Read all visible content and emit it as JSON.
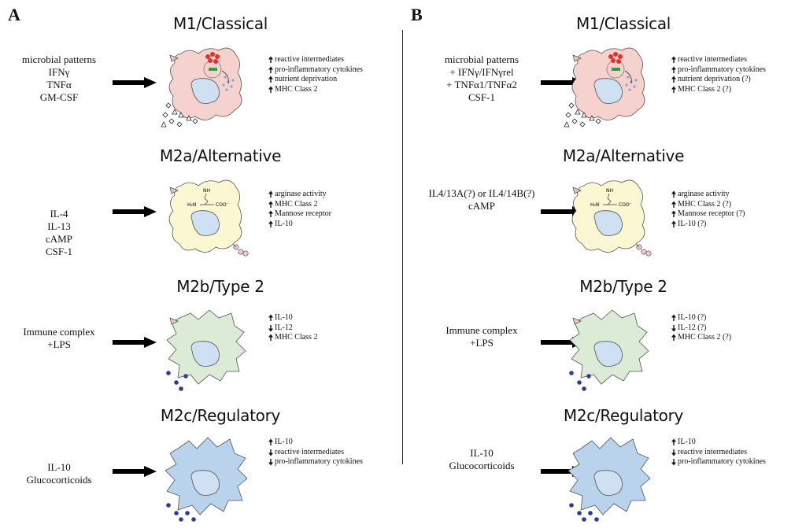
{
  "colors": {
    "m1_fill": "#f6d2cf",
    "m2a_fill": "#fbf7d3",
    "m2b_fill": "#dcebd6",
    "m2c_fill": "#b9d3ec",
    "nucleus_fill": "#cfe0f2",
    "dot_red": "#e0312c",
    "bar_green": "#2e9e3a",
    "dot_blue": "#2a3b9a",
    "vesicle": "#8aa2c9"
  },
  "panels": [
    {
      "letter": "A",
      "sections": [
        {
          "title": "M1/Classical",
          "stimuli": [
            "microbial patterns",
            "IFNγ",
            "TNFα",
            "GM-CSF"
          ],
          "effects": [
            {
              "icon": "up-arrow-icon",
              "text": "reactive intermediates"
            },
            {
              "icon": "up-arrow-icon",
              "text": "pro-inflammatory cytokines"
            },
            {
              "icon": "up-arrow-icon",
              "text": "nutrient deprivation"
            },
            {
              "icon": "up-arrow-icon",
              "text": "MHC Class 2"
            }
          ]
        },
        {
          "title": "M2a/Alternative",
          "stimuli": [
            "IL-4",
            "IL-13",
            "cAMP",
            "CSF-1"
          ],
          "effects": [
            {
              "icon": "up-arrow-icon",
              "text": "arginase activity"
            },
            {
              "icon": "up-arrow-icon",
              "text": "MHC Class 2"
            },
            {
              "icon": "up-arrow-icon",
              "text": "Mannose receptor"
            },
            {
              "icon": "up-arrow-icon",
              "text": "IL-10"
            }
          ],
          "molecule": {
            "nh": "NH",
            "h2n": "H₂N",
            "coo": "COO⁻"
          }
        },
        {
          "title": "M2b/Type 2",
          "stimuli": [
            "Immune complex",
            "+LPS"
          ],
          "effects": [
            {
              "icon": "up-arrow-icon",
              "text": "IL-10"
            },
            {
              "icon": "down-arrow-icon",
              "text": "IL-12"
            },
            {
              "icon": "up-arrow-icon",
              "text": "MHC Class 2"
            }
          ]
        },
        {
          "title": "M2c/Regulatory",
          "stimuli": [
            "IL-10",
            "Glucocorticoids"
          ],
          "effects": [
            {
              "icon": "up-arrow-icon",
              "text": "IL-10"
            },
            {
              "icon": "down-arrow-icon",
              "text": "reactive intermediates"
            },
            {
              "icon": "down-arrow-icon",
              "text": "pro-inflammatory cytokines"
            }
          ]
        }
      ]
    },
    {
      "letter": "B",
      "sections": [
        {
          "title": "M1/Classical",
          "stimuli": [
            "microbial patterns",
            "+ IFNγ/IFNγrel",
            "+ TNFα1/TNFα2",
            "CSF-1"
          ],
          "effects": [
            {
              "icon": "up-arrow-icon",
              "text": "reactive intermediates"
            },
            {
              "icon": "up-arrow-icon",
              "text": "pro-inflammatory cytokines"
            },
            {
              "icon": "up-arrow-icon",
              "text": "nutrient deprivation (?)"
            },
            {
              "icon": "up-arrow-icon",
              "text": "MHC Class 2 (?)"
            }
          ]
        },
        {
          "title": "M2a/Alternative",
          "stimuli": [
            "IL4/13A(?) or IL4/14B(?)",
            "cAMP"
          ],
          "effects": [
            {
              "icon": "up-arrow-icon",
              "text": "arginase activity"
            },
            {
              "icon": "up-arrow-icon",
              "text": "MHC Class 2 (?)"
            },
            {
              "icon": "up-arrow-icon",
              "text": "Mannose receptor (?)"
            },
            {
              "icon": "up-arrow-icon",
              "text": "IL-10 (?)"
            }
          ],
          "molecule": {
            "nh": "NH",
            "h2n": "H₂N",
            "coo": "COO⁻"
          }
        },
        {
          "title": "M2b/Type 2",
          "stimuli": [
            "Immune complex",
            "+LPS"
          ],
          "effects": [
            {
              "icon": "up-arrow-icon",
              "text": "IL-10 (?)"
            },
            {
              "icon": "down-arrow-icon",
              "text": "IL-12 (?)"
            },
            {
              "icon": "up-arrow-icon",
              "text": "MHC Class 2 (?)"
            }
          ]
        },
        {
          "title": "M2c/Regulatory",
          "stimuli": [
            "IL-10",
            "Glucocorticoids"
          ],
          "effects": [
            {
              "icon": "up-arrow-icon",
              "text": "IL-10"
            },
            {
              "icon": "down-arrow-icon",
              "text": "reactive intermediates"
            },
            {
              "icon": "down-arrow-icon",
              "text": "pro-inflammatory cytokines"
            }
          ]
        }
      ]
    }
  ]
}
